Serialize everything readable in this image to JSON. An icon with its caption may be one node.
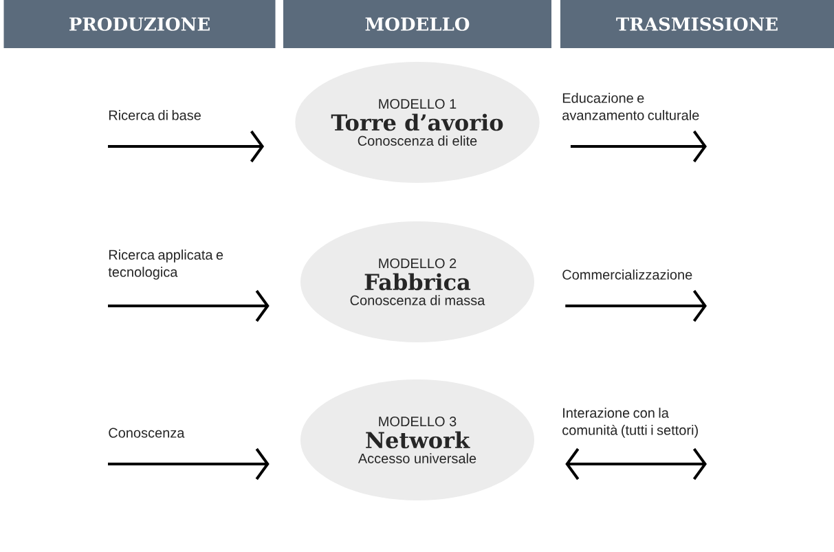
{
  "diagram": {
    "nodes": [
      {
        "text": [
          "PRODUZIONE"
        ]
      },
      {
        "text": [
          "MODELLO"
        ]
      },
      {
        "text": [
          "TRASMISSIONE"
        ]
      },
      {
        "text": [
          "MODELLO 1",
          "Torre d’avorio",
          "Conoscenza di elite"
        ]
      },
      {
        "text": [
          "MODELLO 2",
          "Fabbrica",
          "Conoscenza di massa"
        ]
      },
      {
        "text": [
          "MODELLO 3",
          "Network",
          "Accesso universale"
        ]
      }
    ],
    "edges": [
      {
        "from": null,
        "to": 3,
        "arrow": "to",
        "label": "Ricerca di base"
      },
      {
        "from": 3,
        "to": null,
        "arrow": "to",
        "label": "Educazione e avanzamento culturale"
      },
      {
        "from": null,
        "to": 4,
        "arrow": "to",
        "label": "Ricerca applicata e tecnologica"
      },
      {
        "from": 4,
        "to": null,
        "arrow": "to",
        "label": "Commercializzazione"
      },
      {
        "from": null,
        "to": 5,
        "arrow": "to",
        "label": "Conoscenza"
      },
      {
        "from": 5,
        "to": null,
        "arrow": "both",
        "label": "Interazione con la comunità (tutti i settori)"
      }
    ]
  }
}
